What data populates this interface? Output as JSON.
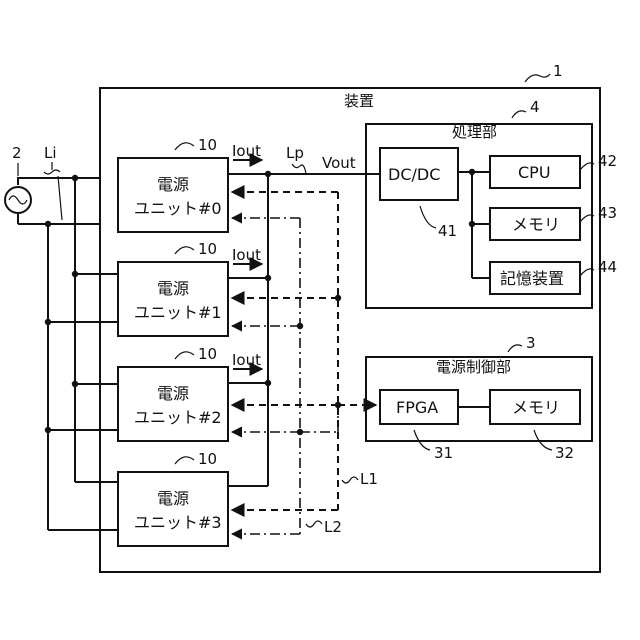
{
  "device": {
    "label": "装置",
    "ref": "1"
  },
  "processor": {
    "label": "処理部",
    "ref": "4",
    "dcdc": {
      "label": "DC/DC",
      "ref": "41"
    },
    "cpu": {
      "label": "CPU",
      "ref": "42"
    },
    "memory": {
      "label": "メモリ",
      "ref": "43"
    },
    "storage": {
      "label": "記憶装置",
      "ref": "44"
    }
  },
  "power_control": {
    "label": "電源制御部",
    "ref": "3",
    "fpga": {
      "label": "FPGA",
      "ref": "31"
    },
    "memory": {
      "label": "メモリ",
      "ref": "32"
    }
  },
  "power_units": [
    {
      "line1": "電源",
      "line2": "ユニット#0",
      "ref": "10",
      "current": "Iout"
    },
    {
      "line1": "電源",
      "line2": "ユニット#1",
      "ref": "10",
      "current": "Iout"
    },
    {
      "line1": "電源",
      "line2": "ユニット#2",
      "ref": "10",
      "current": "Iout"
    },
    {
      "line1": "電源",
      "line2": "ユニット#3",
      "ref": "10",
      "current": ""
    }
  ],
  "ac_source": {
    "ref": "2",
    "line_label": "Li"
  },
  "bus": {
    "line_label": "Lp",
    "voltage_label": "Vout"
  },
  "signal_lines": {
    "l1": "L1",
    "l2": "L2"
  }
}
